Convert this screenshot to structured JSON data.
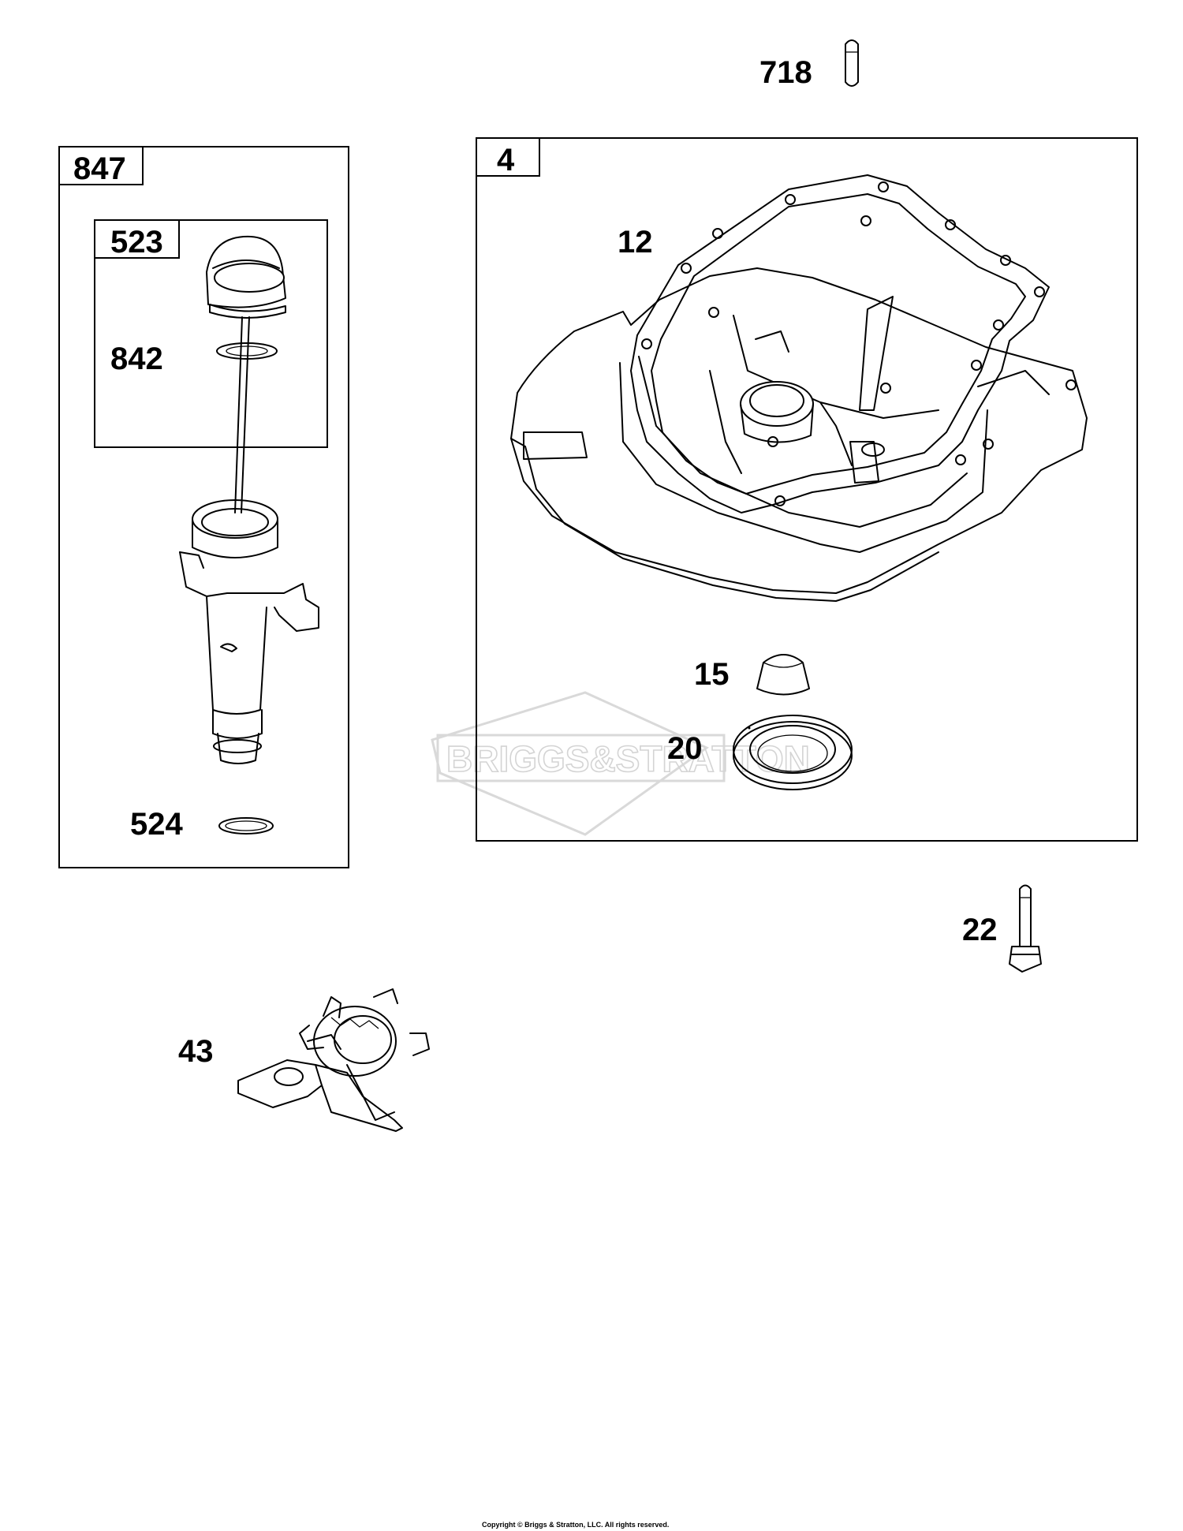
{
  "parts": {
    "p718": "718",
    "p847": "847",
    "p523": "523",
    "p842": "842",
    "p524": "524",
    "p4": "4",
    "p12": "12",
    "p15": "15",
    "p20": "20",
    "p22": "22",
    "p43": "43"
  },
  "watermark": "BRIGGS&STRATTON",
  "copyright": "Copyright © Briggs & Stratton, LLC. All rights reserved.",
  "colors": {
    "line": "#000000",
    "watermark": "#d4d4d4",
    "background": "#ffffff"
  }
}
